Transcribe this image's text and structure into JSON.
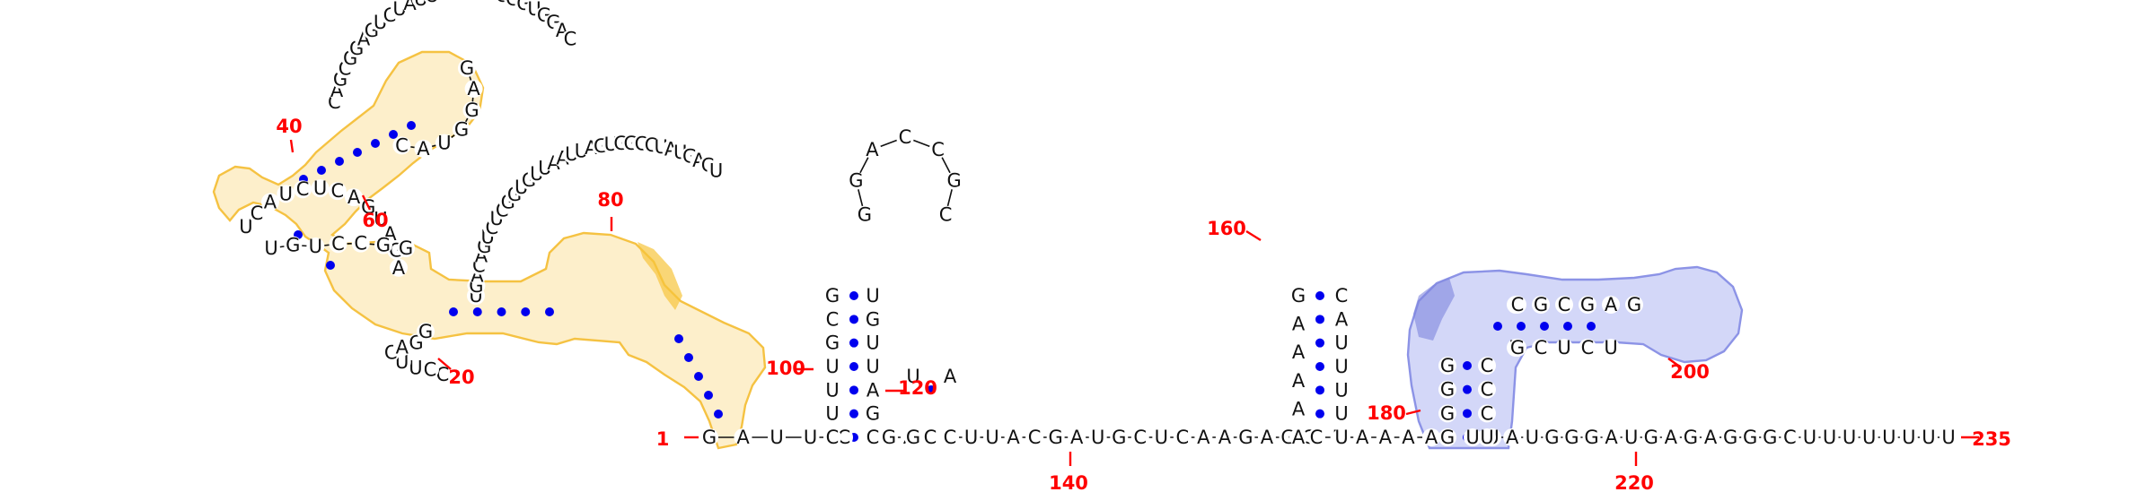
{
  "diagram": {
    "type": "RNA secondary structure",
    "colors": {
      "nucleotide": "#111111",
      "base_pair_dot": "#0000ee",
      "position_label": "#ff0000",
      "highlight_yellow_fill": "#fbe2a0",
      "highlight_yellow_stroke": "#f5c242",
      "highlight_yellow_dark": "#f7c43c",
      "highlight_blue_fill": "#c4c9f5",
      "highlight_blue_stroke": "#8c93e6",
      "highlight_blue_dark": "#7f86dd"
    },
    "position_labels": [
      {
        "id": "1",
        "text": "1"
      },
      {
        "id": "20",
        "text": "20"
      },
      {
        "id": "40",
        "text": "40"
      },
      {
        "id": "60",
        "text": "60"
      },
      {
        "id": "80",
        "text": "80"
      },
      {
        "id": "100",
        "text": "100"
      },
      {
        "id": "120",
        "text": "120"
      },
      {
        "id": "140",
        "text": "140"
      },
      {
        "id": "160",
        "text": "160"
      },
      {
        "id": "180",
        "text": "180"
      },
      {
        "id": "200",
        "text": "200"
      },
      {
        "id": "220",
        "text": "220"
      },
      {
        "id": "235",
        "text": "235"
      }
    ],
    "strands": [
      {
        "id": "s1",
        "text": "GAUUC"
      },
      {
        "id": "s2",
        "text": "GAC"
      },
      {
        "id": "s3",
        "text": "GUUACGAUGCUCAAGAGG"
      },
      {
        "id": "s4",
        "text": "CUAAAA"
      },
      {
        "id": "s5",
        "text": "UUAUGGGAUGAGAGGGCUUUUUUUU"
      },
      {
        "id": "s6",
        "text": "CCUUCAGG"
      },
      {
        "id": "s7",
        "text": "UCAUCUCAGUAGA"
      },
      {
        "id": "s8",
        "text": "UGUCCGG"
      },
      {
        "id": "s9",
        "text": "CAGCGGAGUCUAUUCGGAUCGGUGGAC"
      },
      {
        "id": "s10",
        "text": "GAGGUAC"
      },
      {
        "id": "s11",
        "text": "UGACAGUCUCGGUGUUAAUUAGUGGCCUAUGACU"
      },
      {
        "id": "s12",
        "text": "GGACCGC"
      }
    ]
  }
}
